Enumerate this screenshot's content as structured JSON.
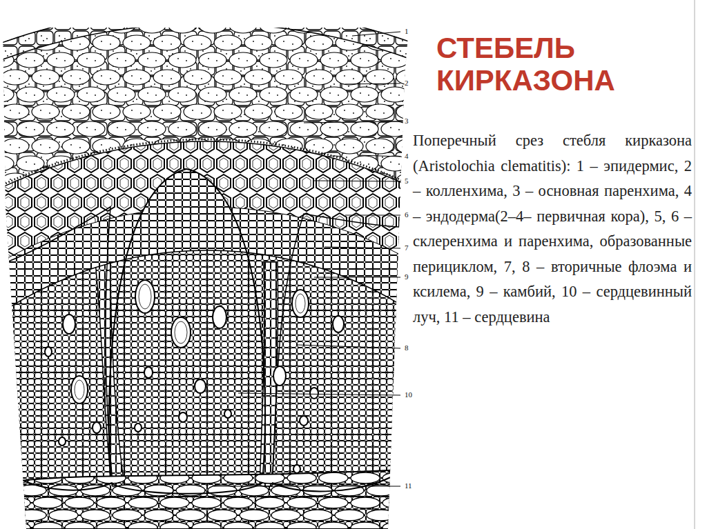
{
  "diagram": {
    "title": "СТЕБЕЛЬ КИРКАЗОНА",
    "caption": "Поперечный срез стебля кирказона (Aristolochia clematitis): 1 – эпидермис, 2 – колленхима, 3 – основная паренхима, 4 – эндодерма(2–4– первичная кора), 5, 6 – склеренхима и паренхима, образованные перициклом, 7, 8 – вторичные флоэма и ксилема, 9 – камбий, 10 – сердцевинный луч, 11 – сердцевина",
    "labels": [
      "1",
      "2",
      "3",
      "4",
      "5",
      "6",
      "7",
      "9",
      "8",
      "10",
      "11"
    ]
  }
}
